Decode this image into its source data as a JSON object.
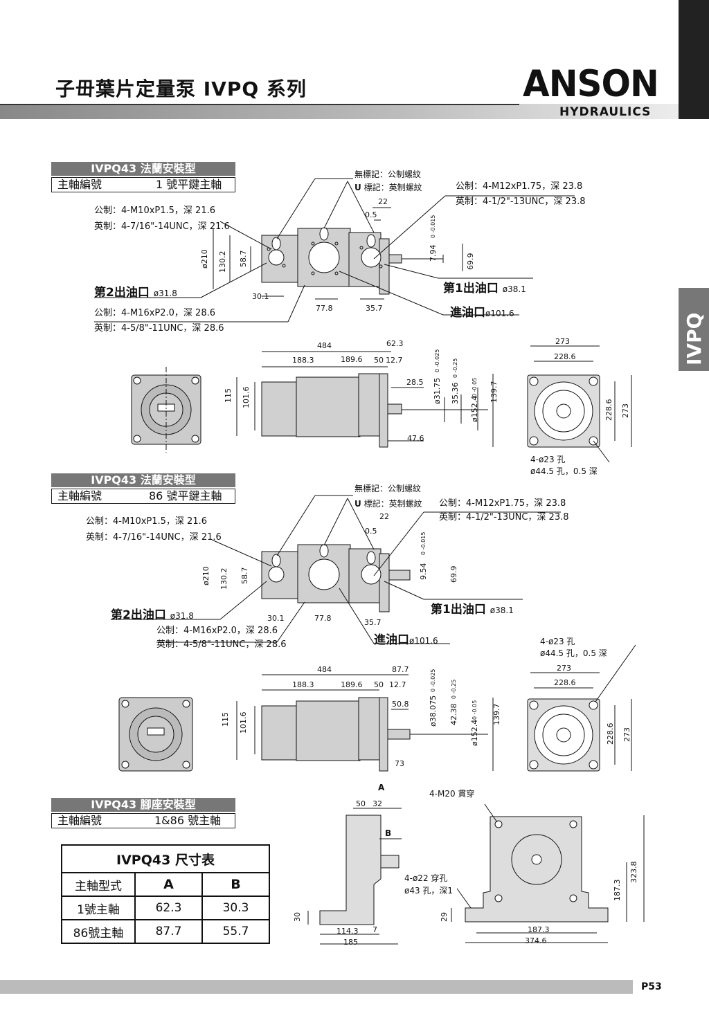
{
  "header": {
    "title": "子毌葉片定量泵 IVPQ 系列",
    "brand_main": "ANSON",
    "brand_sub": "HYDRAULICS",
    "side_tab": "IVPQ"
  },
  "section1": {
    "title": "IVPQ43 法蘭安裝型",
    "shaft_label": "主軸編號",
    "shaft_value": "1 號平鍵主軸",
    "thread_note_metric": "無標記：公制螺紋",
    "thread_note_u_prefix": "U",
    "thread_note_u": "標記：英制螺紋",
    "outlet2_metric": "公制：4-M10xP1.5，深 21.6",
    "outlet2_imperial": "英制：4-7/16\"-14UNC，深 21.6",
    "outlet1_metric": "公制：4-M12xP1.75，深 23.8",
    "outlet1_imperial": "英制：4-1/2\"-13UNC，深 23.8",
    "inlet_metric": "公制：4-M16xP2.0，深 28.6",
    "inlet_imperial": "英制：4-5/8\"-11UNC，深 28.6",
    "outlet2_label": "第2出油口",
    "outlet2_dia": "ø31.8",
    "outlet1_label": "第1出油口",
    "outlet1_dia": "ø38.1",
    "inlet_label": "進油口",
    "inlet_dia": "ø101.6",
    "dims": {
      "d22": "22",
      "d05": "0.5",
      "d210": "ø210",
      "d130": "130.2",
      "d587": "58.7",
      "d301": "30.1",
      "d778": "77.8",
      "d357": "35.7",
      "d794": "7.94",
      "d794_tol": "0\n-0.015",
      "d699": "69.9",
      "d484": "484",
      "d623": "62.3",
      "d1883": "188.3",
      "d1896": "189.6",
      "d50": "50",
      "d127": "12.7",
      "d285": "28.5",
      "d115": "115",
      "d1016": "101.6",
      "d3175": "ø31.75",
      "d3175_tol": "0\n-0.025",
      "d3536": "35.36",
      "d3536_tol": "0\n-0.25",
      "d1524": "ø152.4",
      "d1524_tol": "0\n-0.05",
      "d1397": "139.7",
      "d476": "47.6",
      "d273": "273",
      "d2286": "228.6",
      "d2286v": "228.6",
      "d273v": "273",
      "hole1": "4-ø23 孔",
      "hole2": "ø44.5 孔，0.5 深"
    }
  },
  "section2": {
    "title": "IVPQ43 法蘭安裝型",
    "shaft_label": "主軸編號",
    "shaft_value": "86 號平鍵主軸",
    "thread_note_metric": "無標記：公制螺紋",
    "thread_note_u_prefix": "U",
    "thread_note_u": "標記：英制螺紋",
    "outlet2_metric": "公制：4-M10xP1.5，深 21.6",
    "outlet2_imperial": "英制：4-7/16\"-14UNC，深 21.6",
    "outlet1_metric": "公制：4-M12xP1.75，深 23.8",
    "outlet1_imperial": "英制：4-1/2\"-13UNC，深 23.8",
    "inlet_metric": "公制：4-M16xP2.0，深 28.6",
    "inlet_imperial": "英制：4-5/8\"-11UNC，深 28.6",
    "outlet2_label": "第2出油口",
    "outlet2_dia": "ø31.8",
    "outlet1_label": "第1出油口",
    "outlet1_dia": "ø38.1",
    "inlet_label": "進油口",
    "inlet_dia": "ø101.6",
    "dims": {
      "d22": "22",
      "d05": "0.5",
      "d210": "ø210",
      "d130": "130.2",
      "d587": "58.7",
      "d301": "30.1",
      "d778": "77.8",
      "d357": "35.7",
      "d954": "9.54",
      "d954_tol": "0\n-0.015",
      "d699": "69.9",
      "d484": "484",
      "d877": "87.7",
      "d1883": "188.3",
      "d1896": "189.6",
      "d50": "50",
      "d127": "12.7",
      "d508": "50.8",
      "d115": "115",
      "d1016": "101.6",
      "d38075": "ø38.075",
      "d38075_tol": "0\n-0.025",
      "d4238": "42.38",
      "d4238_tol": "0\n-0.25",
      "d1524": "ø152.4",
      "d1524_tol": "0\n-0.05",
      "d1397": "139.7",
      "d73": "73",
      "d273": "273",
      "d2286": "228.6",
      "d2286v": "228.6",
      "d273v": "273",
      "hole1": "4-ø23 孔",
      "hole2": "ø44.5 孔，0.5 深"
    }
  },
  "section3": {
    "title": "IVPQ43 腳座安裝型",
    "shaft_label": "主軸編號",
    "shaft_value": "1&86 號主軸",
    "dims": {
      "A": "A",
      "B": "B",
      "d50": "50",
      "d32": "32",
      "d30": "30",
      "d1143": "114.3",
      "d7": "7",
      "d185": "185",
      "m20": "4-M20 貫穿",
      "h22": "4-ø22 穿孔",
      "h43": "ø43 孔，深1",
      "d29": "29",
      "d1873v": "187.3",
      "d3238": "323.8",
      "d1873": "187.3",
      "d3746": "374.6"
    }
  },
  "dimension_table": {
    "title": "IVPQ43 尺寸表",
    "headers": [
      "主軸型式",
      "A",
      "B"
    ],
    "rows": [
      [
        "1號主軸",
        "62.3",
        "30.3"
      ],
      [
        "86號主軸",
        "87.7",
        "55.7"
      ]
    ]
  },
  "footer": {
    "page": "P53"
  }
}
